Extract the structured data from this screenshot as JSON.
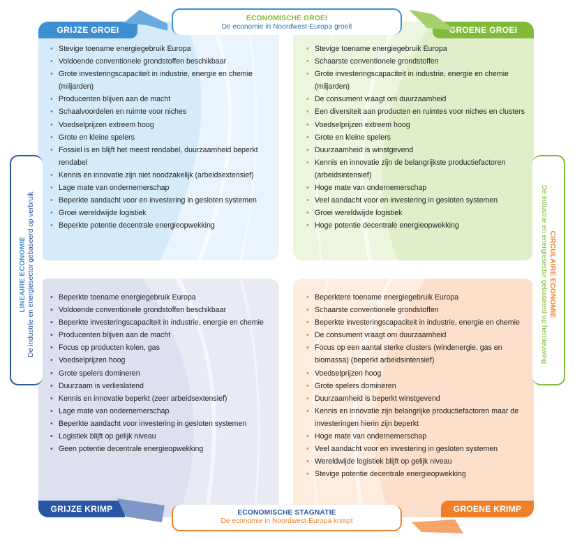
{
  "quadrants": {
    "grijze_groei": {
      "title": "GRIJZE GROEI",
      "items": [
        "Stevige toename energiegebruik Europa",
        "Voldoende conventionele grondstoffen beschikbaar",
        "Grote investeringscapaciteit in industrie, energie en chemie (miljarden)",
        "Producenten blijven aan de macht",
        "Schaalvoordelen en ruimte voor niches",
        "Voedselprijzen extreem hoog",
        "Grote en kleine spelers",
        "Fossiel is en blijft het meest rendabel, duurzaamheid beperkt rendabel",
        "Kennis en innovatie zijn niet noodzakelijk (arbeidsextensief)",
        "Lage mate van ondernemerschap",
        "Beperkte aandacht voor en investering in gesloten systemen",
        "Groei wereldwijde logistiek",
        "Beperkte potentie decentrale energieopwekking"
      ]
    },
    "groene_groei": {
      "title": "GROENE GROEI",
      "items": [
        "Stevige toename energiegebruik Europa",
        "Schaarste conventionele grondstoffen",
        "Grote investeringscapaciteit in industrie, energie en chemie (miljarden)",
        "De consument vraagt om duurzaamheid",
        "Een diversiteit aan producten en ruimtes voor niches en clusters",
        "Voedselprijzen extreem hoog",
        "Grote en kleine spelers",
        "Duurzaamheid is winstgevend",
        "Kennis en innovatie zijn de belangrijkste productiefactoren (arbeidsintensief)",
        "Hoge mate van ondernemerschap",
        "Veel aandacht voor en investering in gesloten systemen",
        "Groei wereldwijde logistiek",
        "Hoge potentie decentrale energieopwekking"
      ]
    },
    "grijze_krimp": {
      "title": "GRIJZE KRIMP",
      "items": [
        "Beperkte toename energiegebruik Europa",
        "Voldoende conventionele grondstoffen beschikbaar",
        "Beperkte investeringscapaciteit in industrie, energie en chemie",
        "Producenten blijven aan de macht",
        "Focus op producten kolen, gas",
        "Voedselprijzen hoog",
        "Grote spelers domineren",
        "Duurzaam is verlieslatend",
        "Kennis en innovatie beperkt (zeer arbeidsextensief)",
        "Lage mate van ondernemerschap",
        "Beperkte aandacht voor investering in gesloten systemen",
        "Logistiek blijft op gelijk niveau",
        "Geen potentie decentrale energieopwekking"
      ]
    },
    "groene_krimp": {
      "title": "GROENE KRIMP",
      "items": [
        "Beperktere toename energiegebruik Europa",
        "Schaarste conventionele grondstoffen",
        "Beperkte investeringscapaciteit in industrie, energie en chemie",
        "De consument vraagt om duurzaamheid",
        "Focus op een aantal sterke clusters (windenergie, gas en biomassa) (beperkt arbeidsintensief)",
        "Voedselprijzen hoog",
        "Grote spelers domineren",
        "Duurzaamheid is beperkt winstgevend",
        "Kennis en innovatie zijn belangrijke productiefactoren maar de investeringen hierin zijn beperkt",
        "Hoge mate van ondernemerschap",
        "Veel aandacht voor en investering in gesloten systemen",
        "Wereldwijde logistiek blijft op gelijk niveau",
        "Stevige potentie decentrale energieopwekking"
      ]
    }
  },
  "axes": {
    "top": {
      "title": "ECONOMISCHE GROEI",
      "subtitle": "De economie in Noordwest-Europa groeit"
    },
    "bottom": {
      "title": "ECONOMISCHE STAGNATIE",
      "subtitle": "De economie in Noordwest-Europa krimpt"
    },
    "left": {
      "title": "LINEAIRE ECONOMIE",
      "subtitle": "De industrie en energiesector gebaseerd op verbruik"
    },
    "right": {
      "title": "CIRCULAIRE ECONOMIE",
      "subtitle": "De industrie en energiesector gebaseerd op hernieuwing"
    }
  },
  "colors": {
    "grijze_groei": "#3d8fd2",
    "groene_groei": "#7fba3a",
    "grijze_krimp": "#2a55a4",
    "groene_krimp": "#f07f2a",
    "axis_top": "#7fba3a",
    "axis_top_sub": "#2f6fb7",
    "axis_bottom": "#2a55a4",
    "axis_bottom_sub": "#f07f2a",
    "axis_left": "#3d8fd2",
    "axis_left_sub": "#2a55a4",
    "axis_right": "#f07f2a",
    "axis_right_sub": "#7fba3a"
  }
}
